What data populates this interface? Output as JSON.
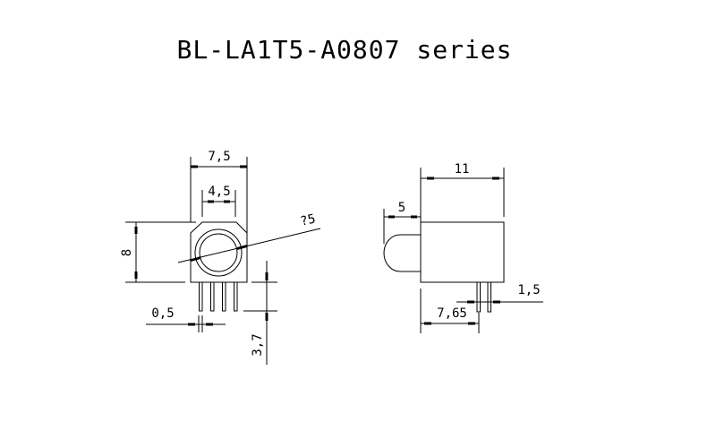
{
  "title": "BL-LA1T5-A0807 series",
  "front_view": {
    "dims": {
      "width": "7,5",
      "lens_width": "4,5",
      "height": "8",
      "diameter": "?5",
      "pin_width": "0,5",
      "pin_length": "3,7"
    }
  },
  "side_view": {
    "dims": {
      "length": "11",
      "lens_protrusion": "5",
      "pin_offset": "7,65",
      "pin_pitch": "1,5"
    }
  }
}
